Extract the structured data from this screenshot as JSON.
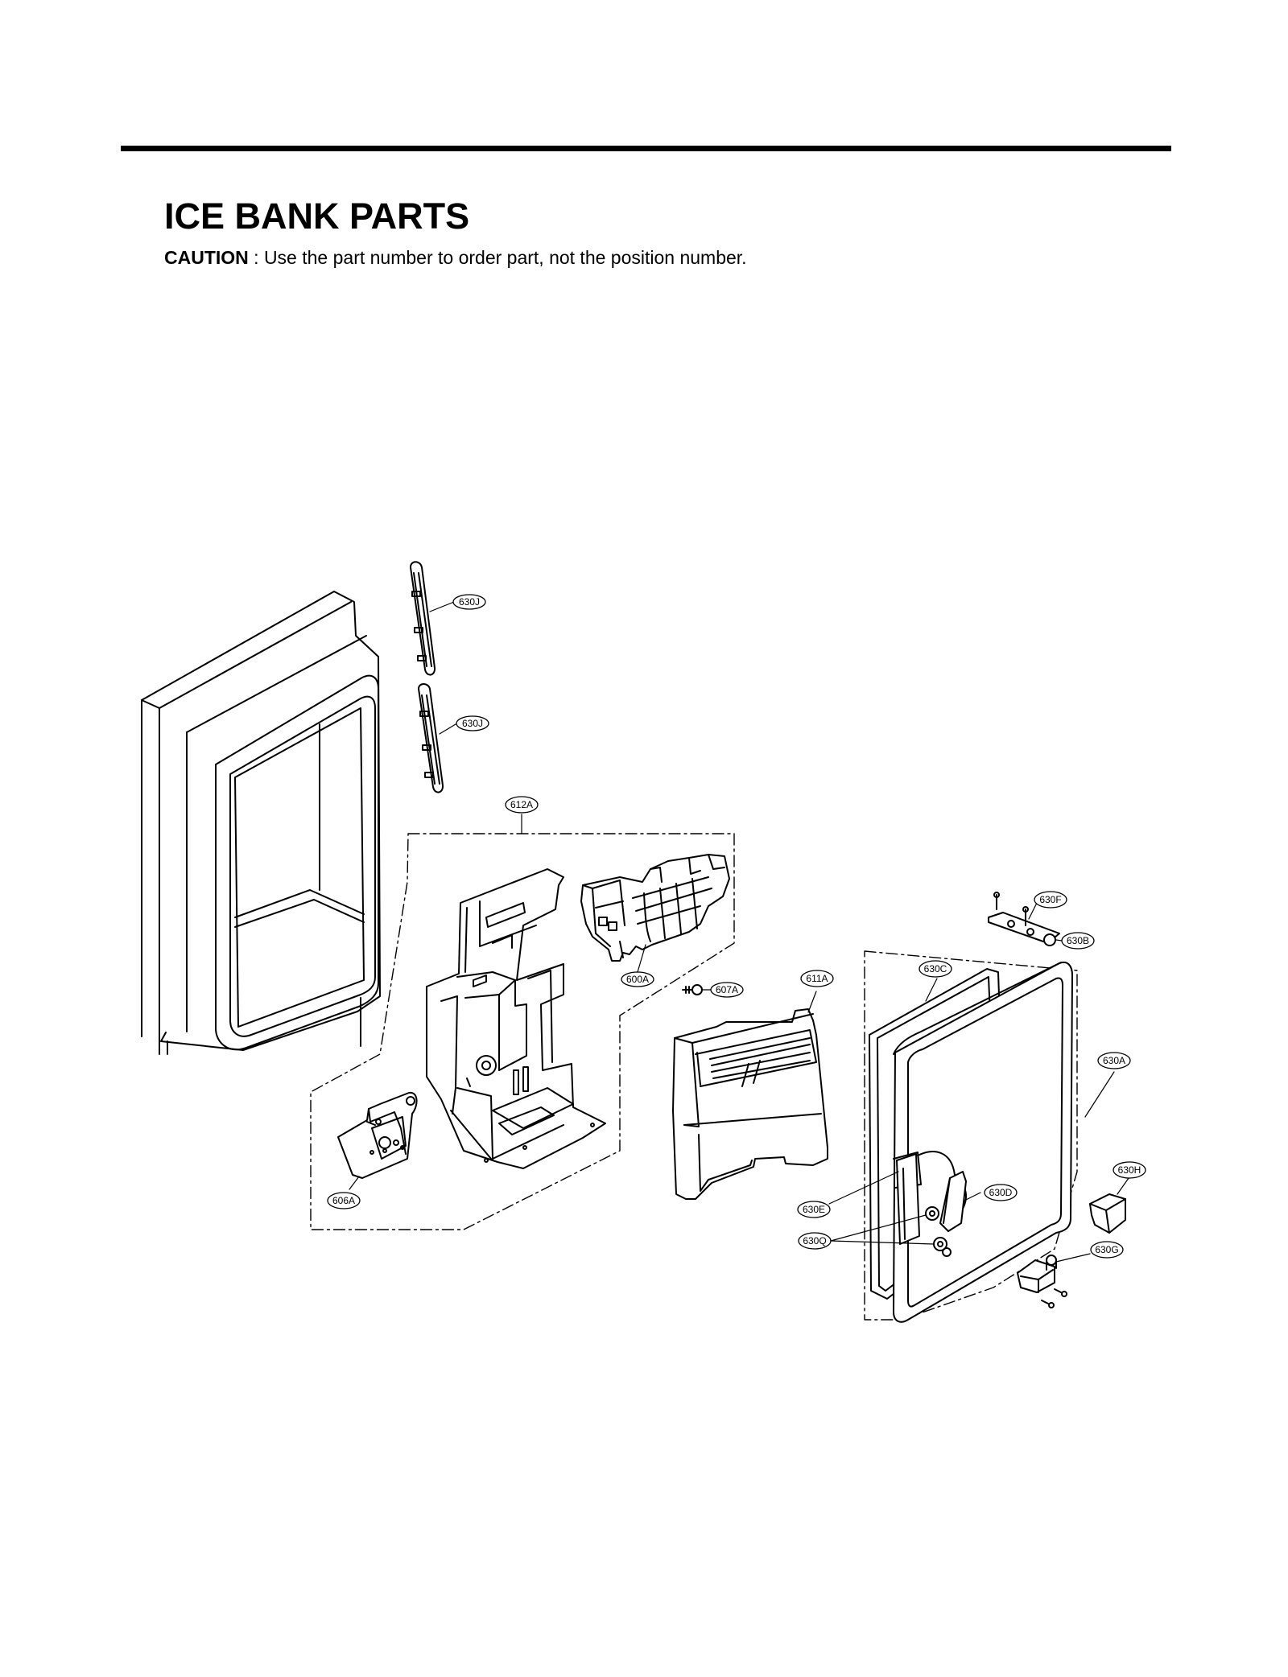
{
  "page": {
    "title": "ICE BANK PARTS",
    "caution_label": "CAUTION",
    "caution_text": " : Use the part number to order part, not the position number."
  },
  "callouts": {
    "c630J_top": "630J",
    "c630J_bottom": "630J",
    "c612A": "612A",
    "c600A": "600A",
    "c607A": "607A",
    "c611A": "611A",
    "c606A": "606A",
    "c630F": "630F",
    "c630B": "630B",
    "c630C": "630C",
    "c630A": "630A",
    "c630H": "630H",
    "c630D": "630D",
    "c630E": "630E",
    "c630Q": "630Q",
    "c630G": "630G"
  }
}
